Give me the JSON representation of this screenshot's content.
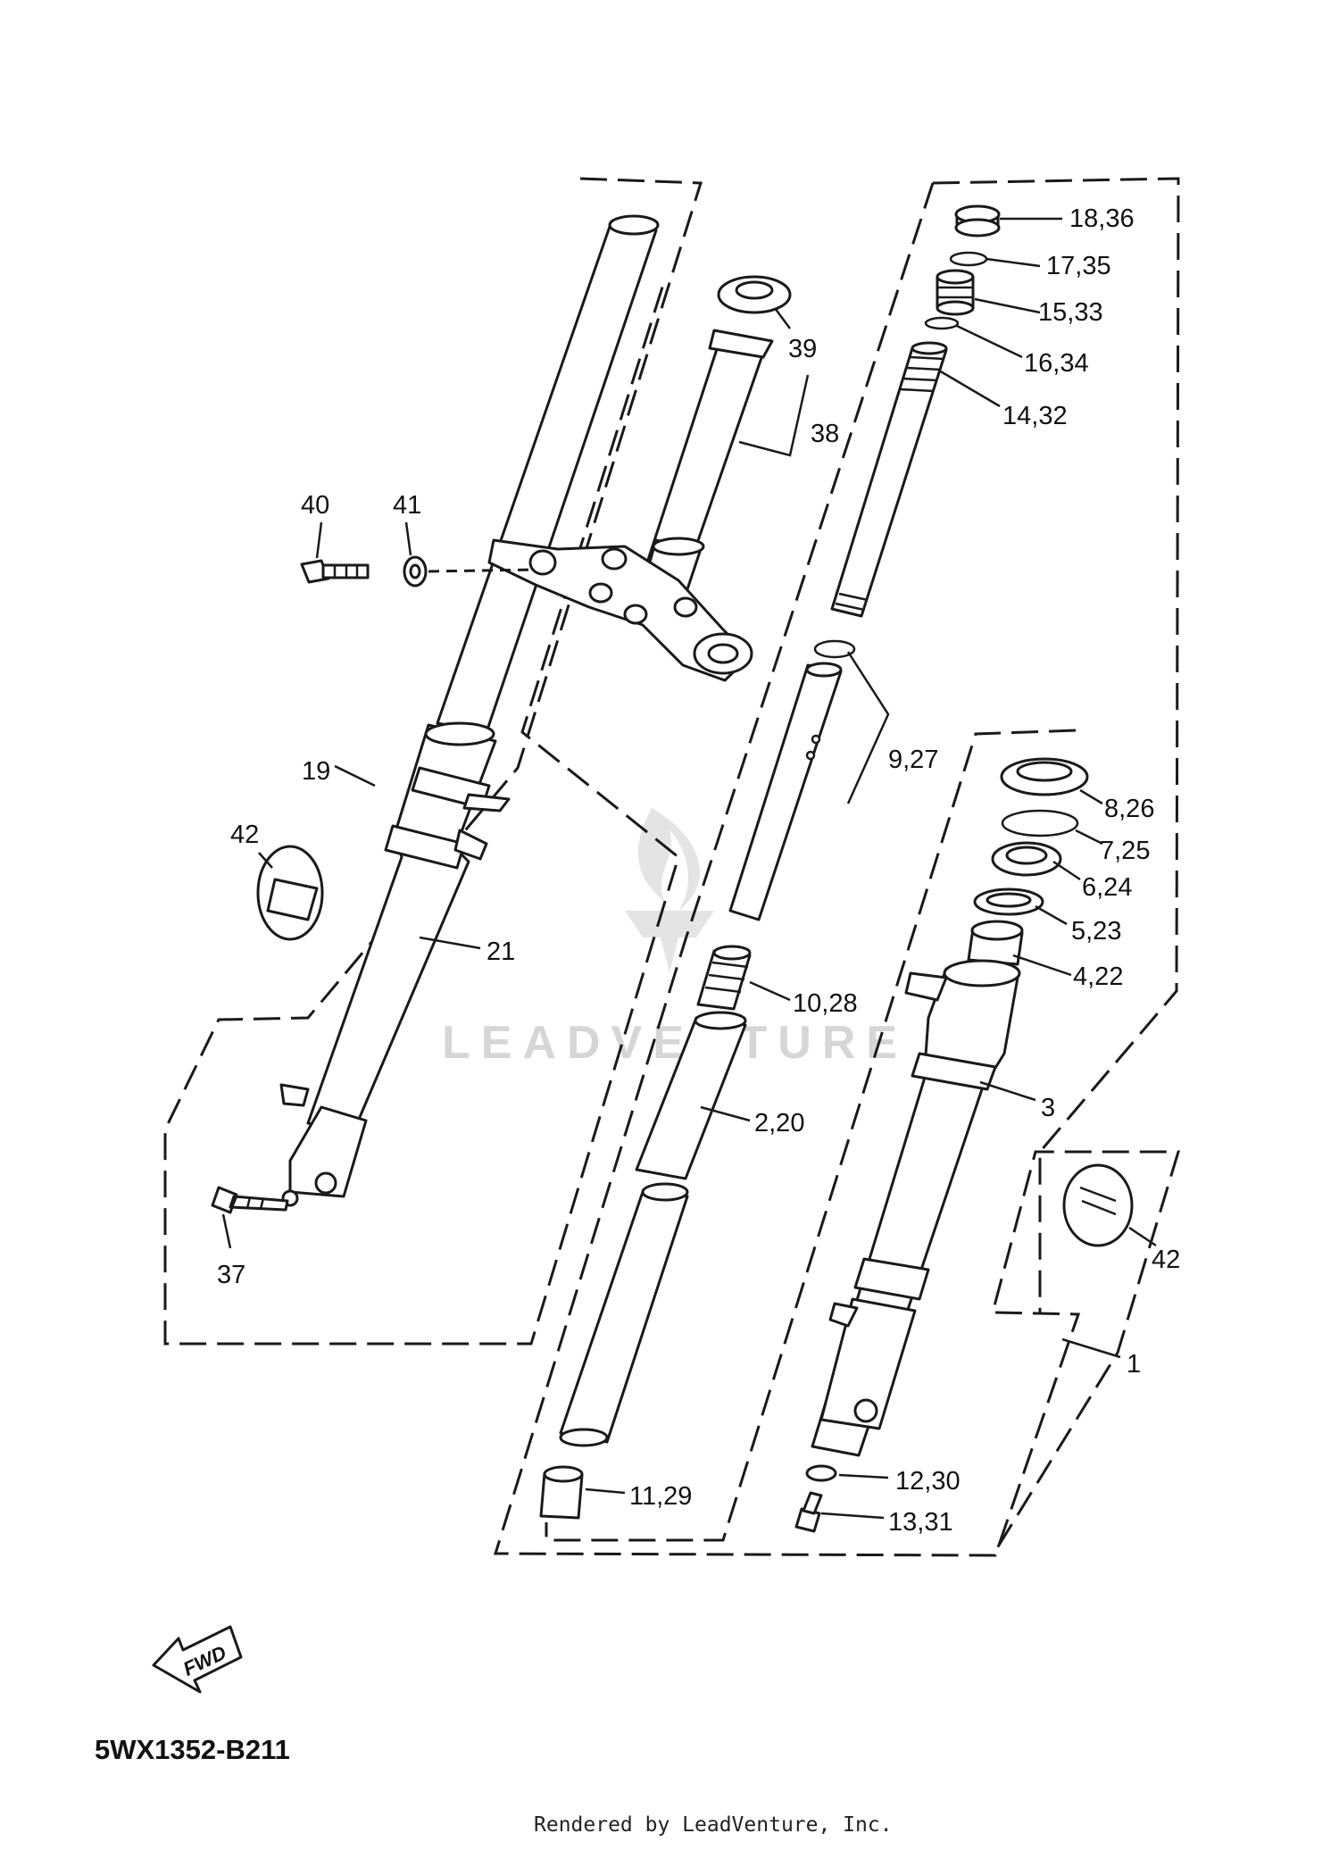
{
  "diagram": {
    "code": "5WX1352-B211",
    "credit": "Rendered by LeadVenture, Inc.",
    "watermark": "LEADVENTURE",
    "fwd_label": "FWD"
  },
  "callouts": {
    "c18_36": "18,36",
    "c17_35": "17,35",
    "c15_33": "15,33",
    "c16_34": "16,34",
    "c14_32": "14,32",
    "c39": "39",
    "c38": "38",
    "c40": "40",
    "c41": "41",
    "c9_27": "9,27",
    "c8_26": "8,26",
    "c7_25": "7,25",
    "c6_24": "6,24",
    "c5_23": "5,23",
    "c4_22": "4,22",
    "c19": "19",
    "c42_left": "42",
    "c21": "21",
    "c10_28": "10,28",
    "c3": "3",
    "c2_20": "2,20",
    "c42_right": "42",
    "c37": "37",
    "c1": "1",
    "c12_30": "12,30",
    "c11_29": "11,29",
    "c13_31": "13,31"
  }
}
